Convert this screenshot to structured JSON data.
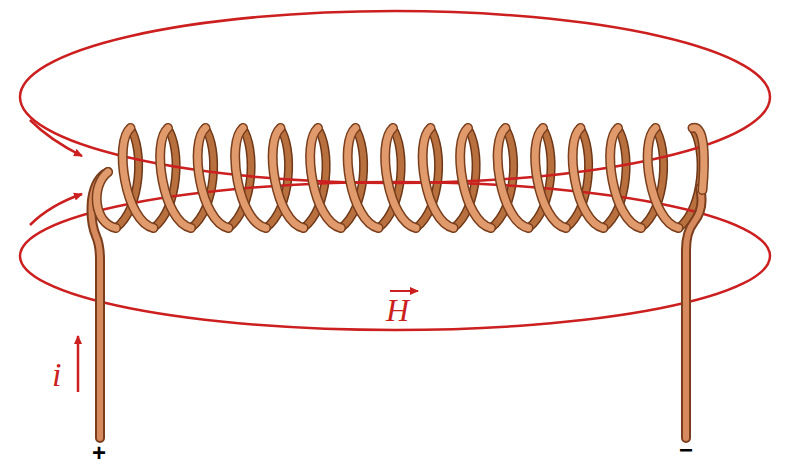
{
  "diagram": {
    "labels": [
      "H",
      "i",
      "+",
      "−"
    ]
  }
}
